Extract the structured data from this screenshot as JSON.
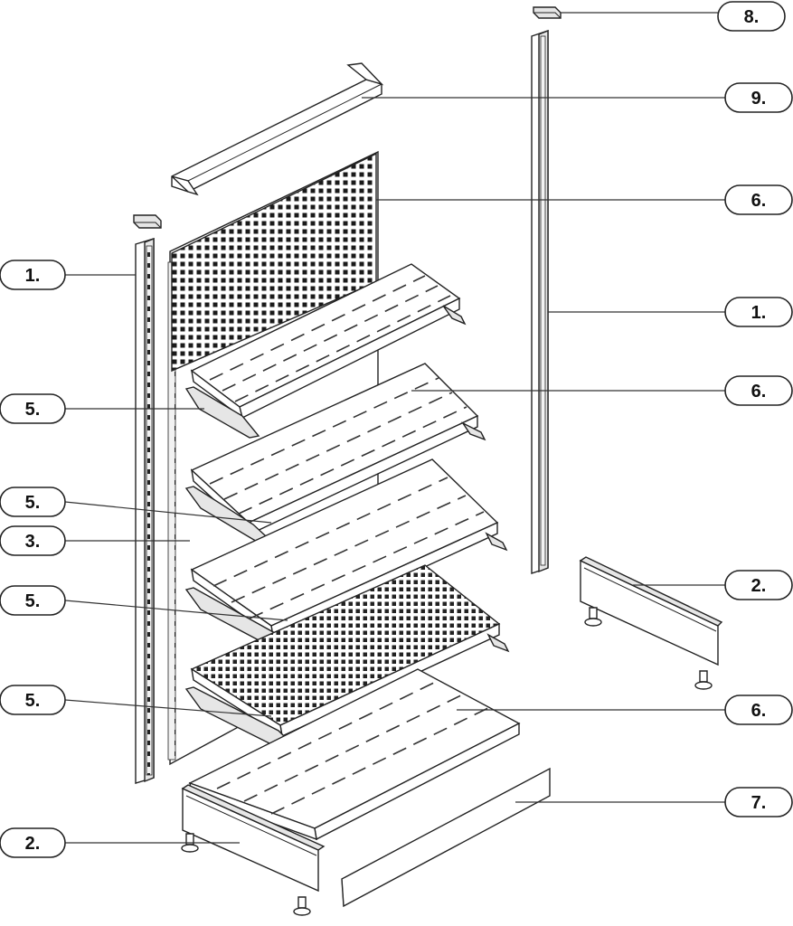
{
  "callouts": [
    {
      "id": "c-8-top",
      "label": "8."
    },
    {
      "id": "c-9",
      "label": "9."
    },
    {
      "id": "c-6-pegboard",
      "label": "6."
    },
    {
      "id": "c-1-left",
      "label": "1."
    },
    {
      "id": "c-1-right",
      "label": "1."
    },
    {
      "id": "c-5-a",
      "label": "5."
    },
    {
      "id": "c-6-shelf",
      "label": "6."
    },
    {
      "id": "c-5-b",
      "label": "5."
    },
    {
      "id": "c-3",
      "label": "3."
    },
    {
      "id": "c-2-right",
      "label": "2."
    },
    {
      "id": "c-5-c",
      "label": "5."
    },
    {
      "id": "c-5-d",
      "label": "5."
    },
    {
      "id": "c-6-base",
      "label": "6."
    },
    {
      "id": "c-7",
      "label": "7."
    },
    {
      "id": "c-2-left",
      "label": "2."
    }
  ]
}
